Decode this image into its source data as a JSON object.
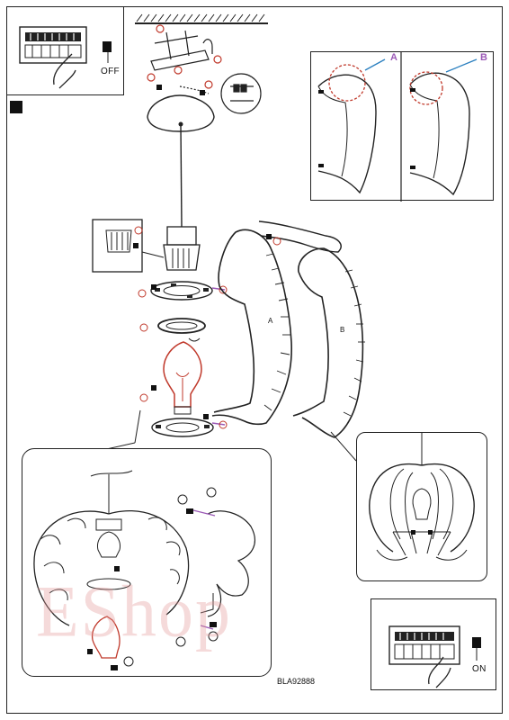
{
  "switch_off_label": "OFF",
  "switch_on_label": "ON",
  "product_code": "BLA92888",
  "watermark_text": "EShop",
  "part_labels": {
    "A": "A",
    "B": "B"
  },
  "detail_marks": {
    "A": "A",
    "B": "B"
  },
  "colors": {
    "line": "#222222",
    "callout": "#c0392b",
    "watermark": "#e69696",
    "marker": "#9b59b6"
  }
}
